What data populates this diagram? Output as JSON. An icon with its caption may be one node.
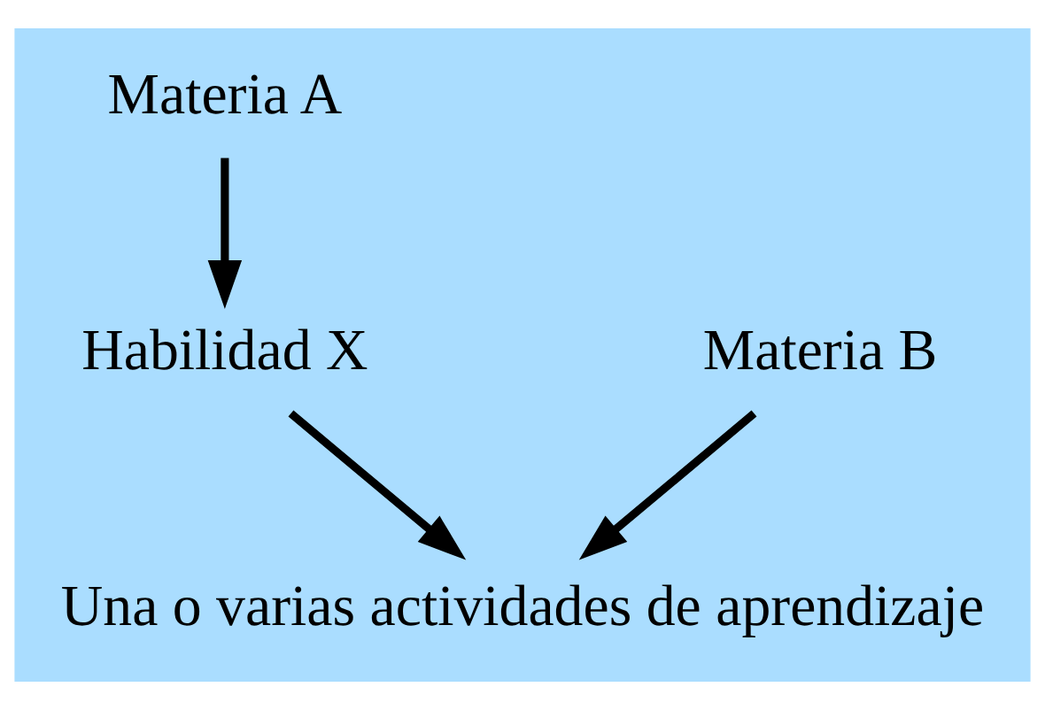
{
  "diagram": {
    "nodes": [
      {
        "text": [
          "Materia A"
        ]
      },
      {
        "text": [
          "Materia B"
        ]
      },
      {
        "text": [
          "Habilidad X"
        ]
      },
      {
        "text": [
          "Una o varias actividades de aprendizaje"
        ]
      }
    ],
    "edges": [
      {
        "from": 0,
        "to": 2,
        "arrow": "to"
      },
      {
        "from": 2,
        "to": 3,
        "arrow": "to"
      },
      {
        "from": 1,
        "to": 3,
        "arrow": "to"
      }
    ]
  }
}
